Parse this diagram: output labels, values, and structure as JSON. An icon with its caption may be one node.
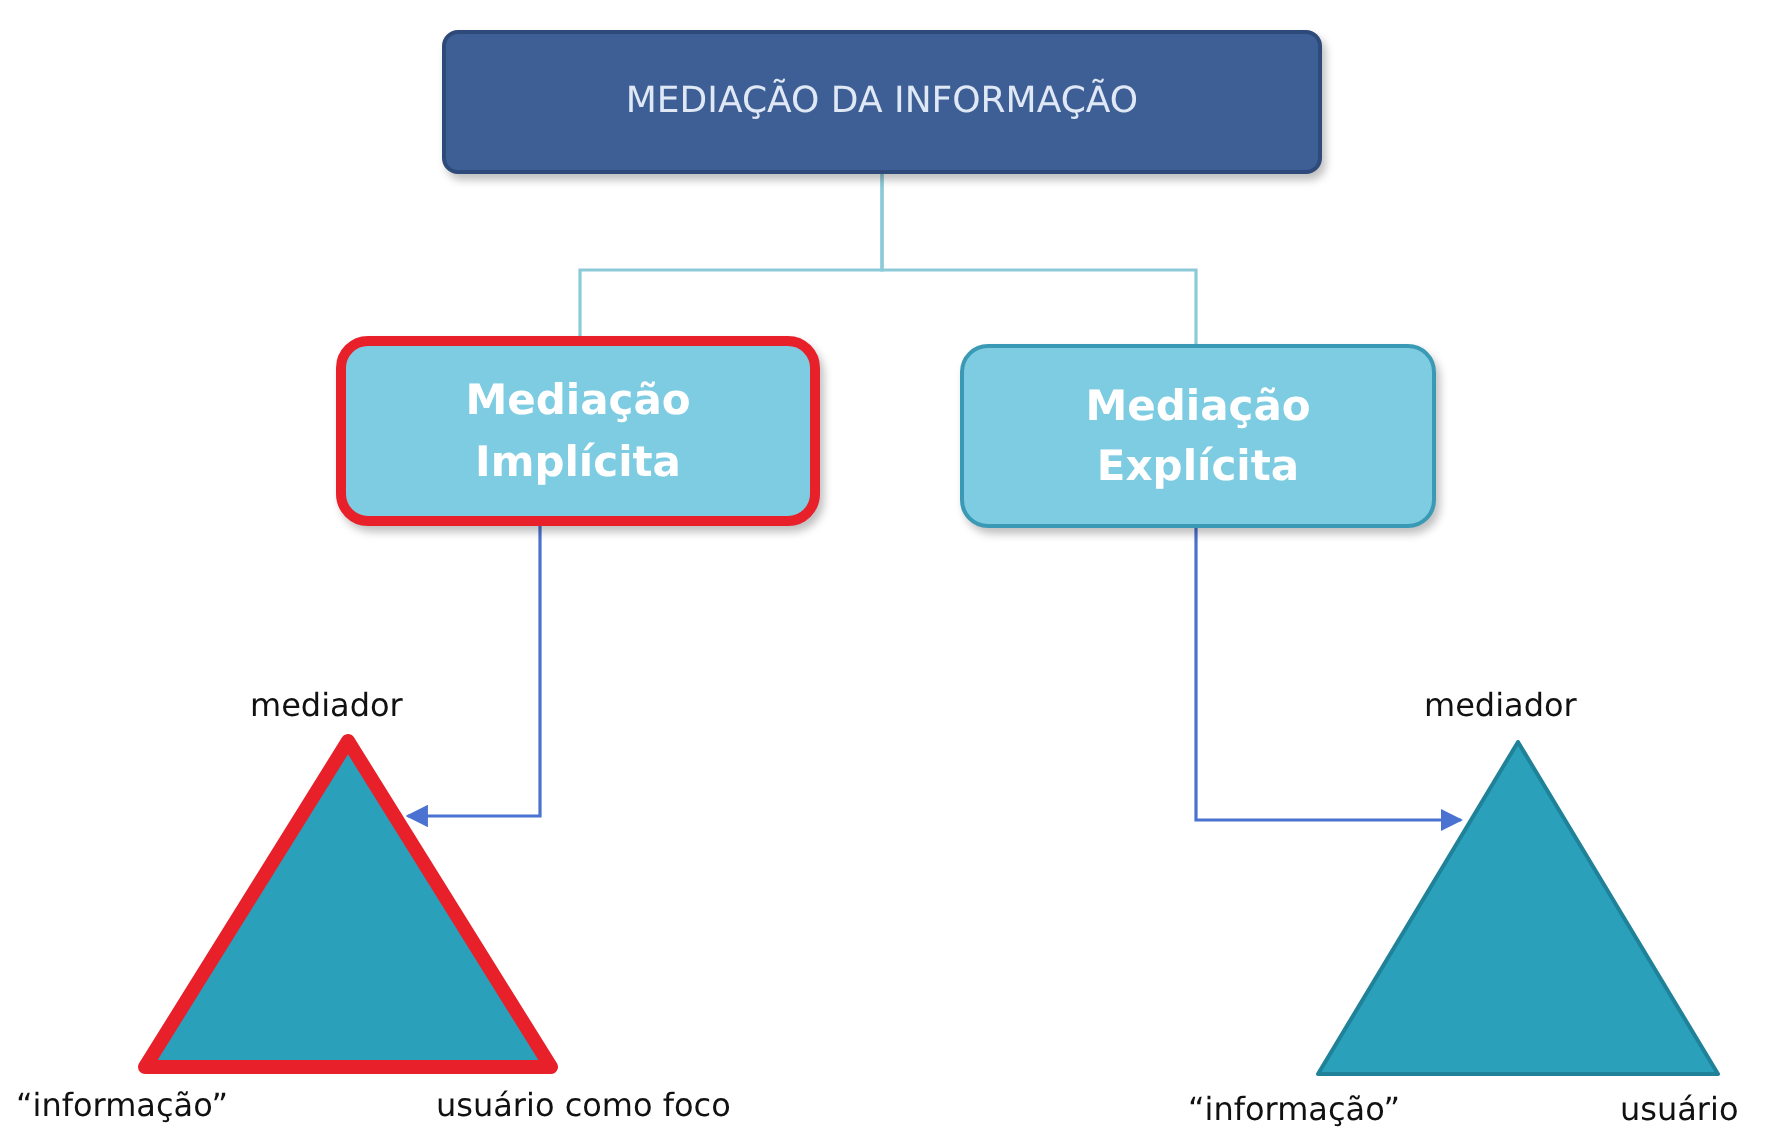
{
  "diagram": {
    "nodes": [
      {
        "text": [
          "MEDIAÇÃO DA INFORMAÇÃO"
        ]
      },
      {
        "text": [
          "Mediação Implícita"
        ]
      },
      {
        "text": [
          "Mediação Explícita"
        ]
      },
      {
        "text": [],
        "shape": "triangle",
        "beside": [
          "mediador",
          "“informação”",
          "usuário como foco"
        ]
      },
      {
        "text": [],
        "shape": "triangle",
        "beside": [
          "mediador",
          "“informação”",
          "usuário"
        ]
      }
    ],
    "edges": [
      {
        "from": 0,
        "to": 1,
        "arrow": "none"
      },
      {
        "from": 0,
        "to": 2,
        "arrow": "none"
      },
      {
        "from": 1,
        "to": 3,
        "arrow": "to",
        "color": "#4a72d0"
      },
      {
        "from": 2,
        "to": 4,
        "arrow": "to",
        "color": "#4a72d0"
      }
    ]
  }
}
